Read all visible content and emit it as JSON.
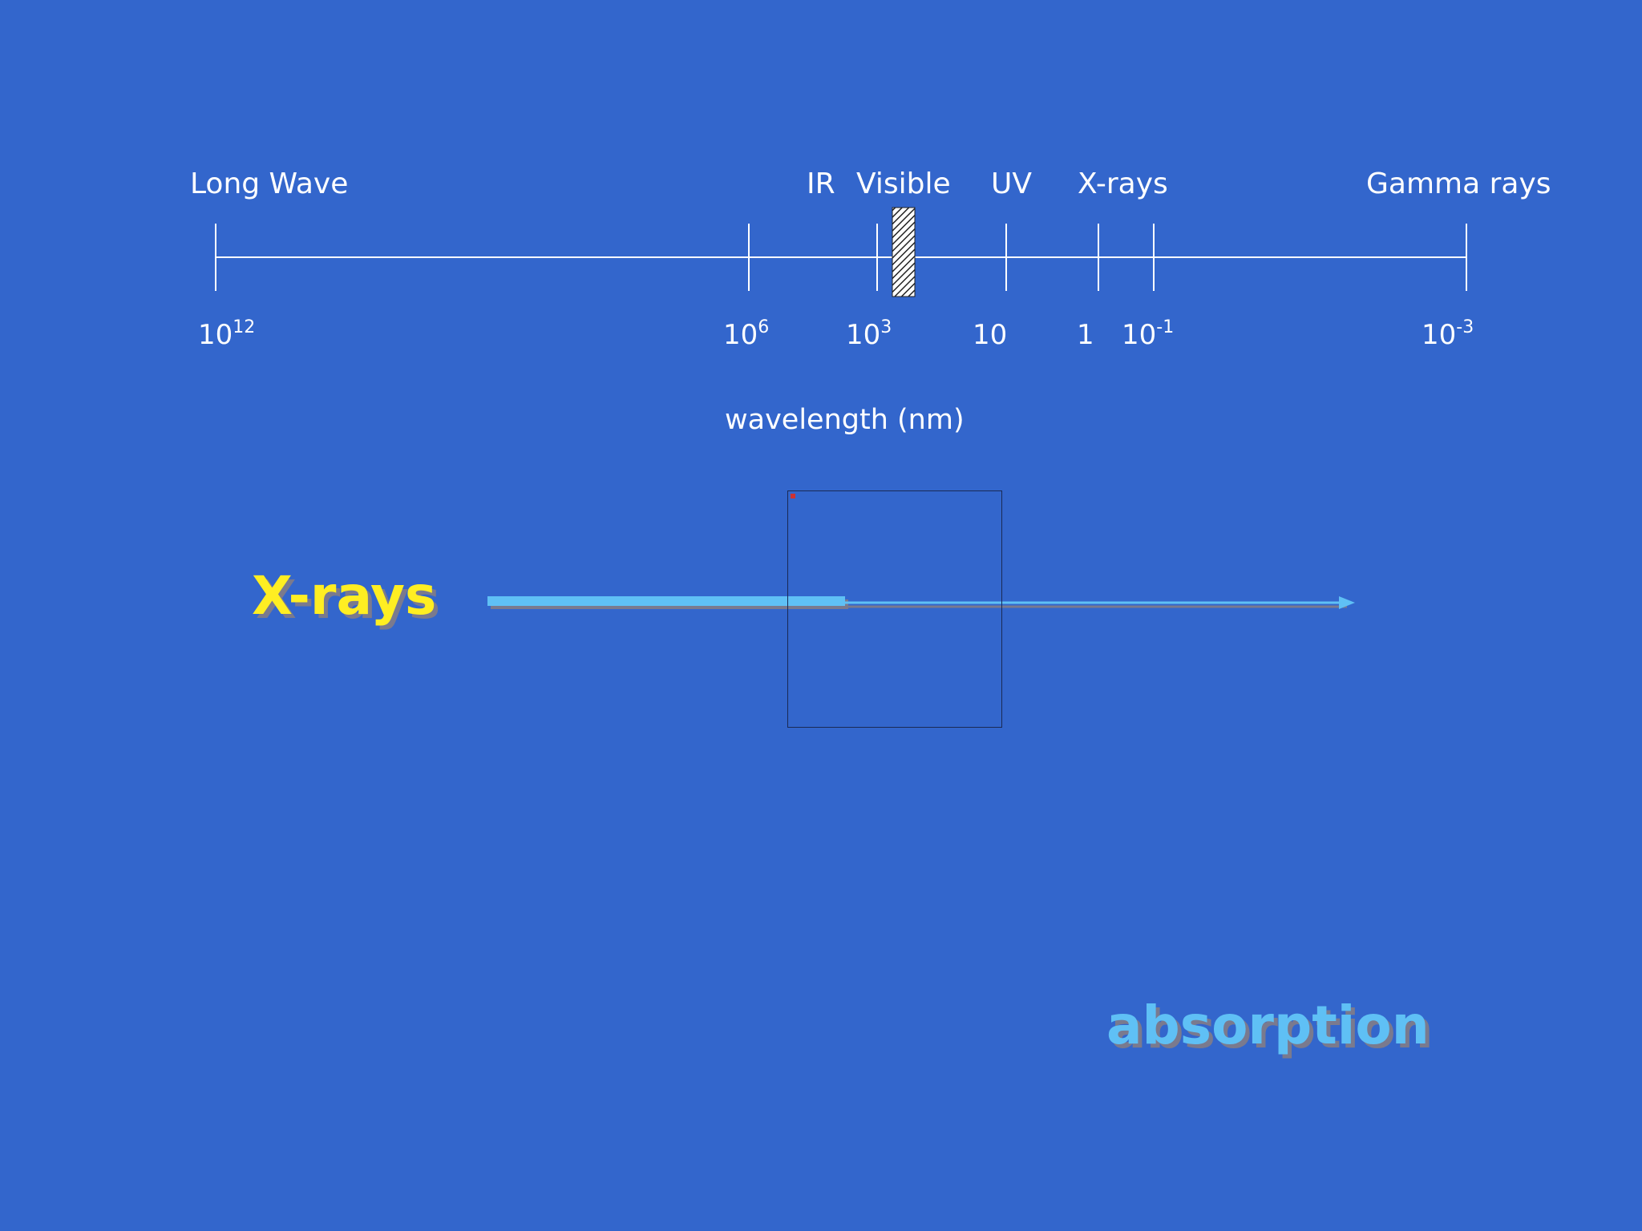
{
  "diagram": {
    "band_labels": [
      {
        "id": "long-wave",
        "text": "Long Wave"
      },
      {
        "id": "ir",
        "text": "IR"
      },
      {
        "id": "visible",
        "text": "Visible"
      },
      {
        "id": "uv",
        "text": "UV"
      },
      {
        "id": "x-rays",
        "text": "X-rays"
      },
      {
        "id": "gamma-rays",
        "text": "Gamma rays"
      }
    ],
    "tick_labels": [
      {
        "base": "10",
        "exp": "12"
      },
      {
        "base": "10",
        "exp": "6"
      },
      {
        "base": "10",
        "exp": "3"
      },
      {
        "base": "10",
        "exp": ""
      },
      {
        "base": "1",
        "exp": ""
      },
      {
        "base": "10",
        "exp": "-1"
      },
      {
        "base": "10",
        "exp": "-3"
      }
    ],
    "axis_title": "wavelength (nm)",
    "xray_label": "X-rays",
    "absorption_label": "absorption",
    "colors": {
      "background": "#3366cc",
      "line": "#ffffff",
      "xray_text": "#ffee22",
      "beam": "#5fc0f5",
      "shadow": "#7a7a8e"
    }
  }
}
